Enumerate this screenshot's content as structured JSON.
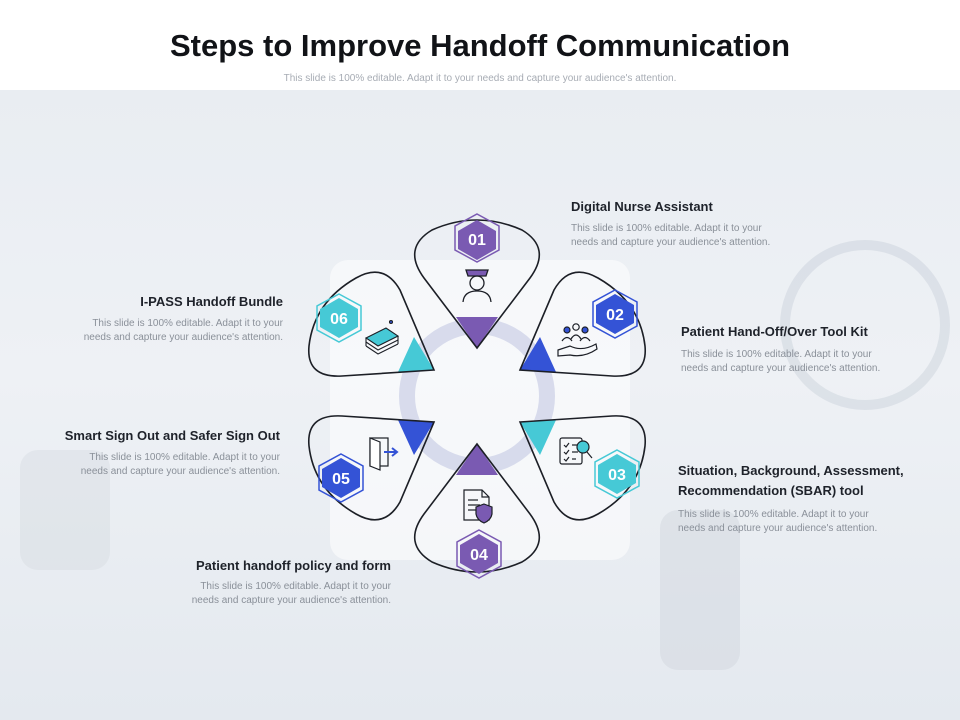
{
  "slide": {
    "title": "Steps to Improve Handoff Communication",
    "subtitle": "This slide is 100% editable. Adapt it to your needs and capture your audience's attention."
  },
  "colors": {
    "purple": "#7a5ab2",
    "blue": "#3453d6",
    "teal": "#46c9d6",
    "outline": "#1c1f26"
  },
  "steps": [
    {
      "number": "01",
      "title": "Digital Nurse Assistant",
      "desc_line1": "This slide is 100% editable. Adapt it to your",
      "desc_line2": "needs and capture your audience's attention.",
      "icon": "nurse-icon",
      "color": "#7a5ab2"
    },
    {
      "number": "02",
      "title": "Patient Hand-Off/Over Tool Kit",
      "desc_line1": "This slide is 100% editable. Adapt it to your",
      "desc_line2": "needs and capture your audience's attention.",
      "icon": "team-hand-icon",
      "color": "#3453d6"
    },
    {
      "number": "03",
      "title": "Situation, Background, Assessment,",
      "title_line2": "Recommendation (SBAR) tool",
      "desc_line1": "This slide is 100% editable. Adapt it to your",
      "desc_line2": "needs and capture your audience's attention.",
      "icon": "checklist-search-icon",
      "color": "#46c9d6"
    },
    {
      "number": "04",
      "title": "Patient handoff policy and form",
      "desc_line1": "This slide is 100% editable. Adapt it to your",
      "desc_line2": "needs and capture your audience's attention.",
      "icon": "document-shield-icon",
      "color": "#7a5ab2"
    },
    {
      "number": "05",
      "title": "Smart Sign Out and Safer Sign Out",
      "desc_line1": "This slide is 100% editable. Adapt it to your",
      "desc_line2": "needs and capture your audience's attention.",
      "icon": "sign-out-door-icon",
      "color": "#3453d6"
    },
    {
      "number": "06",
      "title": "I-PASS Handoff Bundle",
      "desc_line1": "This slide is 100% editable. Adapt it to your",
      "desc_line2": "needs and capture your audience's attention.",
      "icon": "money-bundle-icon",
      "color": "#46c9d6"
    }
  ]
}
